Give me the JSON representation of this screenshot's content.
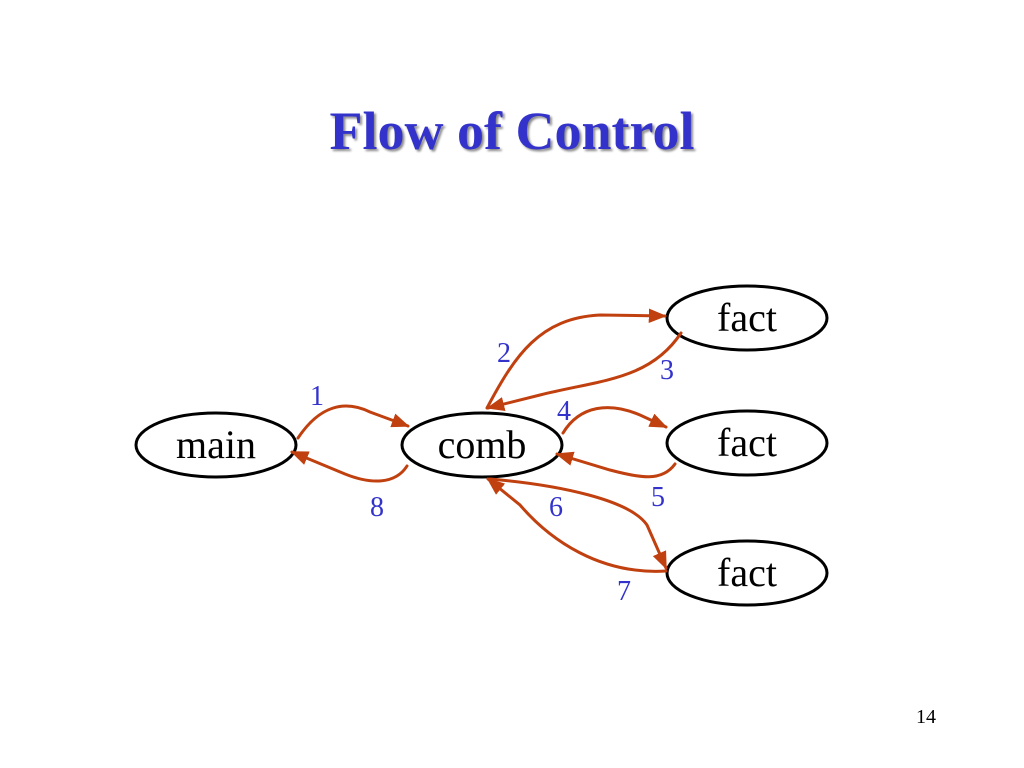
{
  "slide": {
    "title": "Flow of Control",
    "page_number": "14"
  },
  "diagram": {
    "nodes": {
      "main": "main",
      "comb": "comb",
      "fact1": "fact",
      "fact2": "fact",
      "fact3": "fact"
    },
    "steps": [
      "1",
      "2",
      "3",
      "4",
      "5",
      "6",
      "7",
      "8"
    ]
  },
  "colors": {
    "title": "#3333cc",
    "step_labels": "#3333cc",
    "arrows": "#c0400f",
    "node_border": "#000000"
  }
}
